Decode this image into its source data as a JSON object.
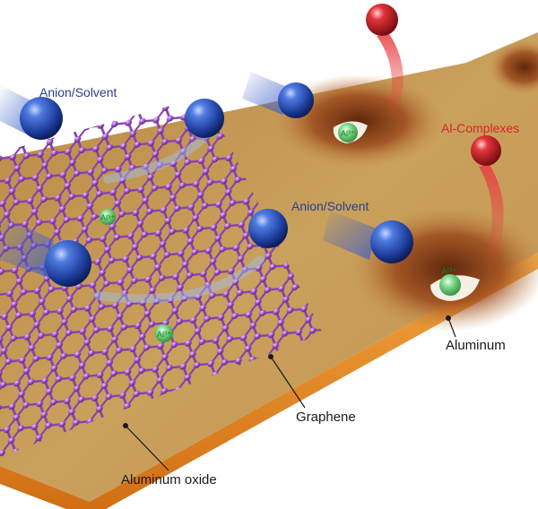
{
  "labels": {
    "anion_solvent_left": "Anion/Solvent",
    "anion_solvent_right": "Anion/Solvent",
    "al_complexes": "Al-Complexes",
    "aluminum": "Aluminum",
    "graphene": "Graphene",
    "aluminum_oxide": "Aluminum oxide",
    "al_ion": "Al³⁺"
  },
  "colors": {
    "plate_top": "#c69a56",
    "plate_edge": "#e88a26",
    "graphene": "#9c4fbf",
    "anion": "#2e56b8",
    "al_complex": "#d3222c",
    "al_ion": "#6fd07a",
    "corrosion": "#8a3f14"
  }
}
